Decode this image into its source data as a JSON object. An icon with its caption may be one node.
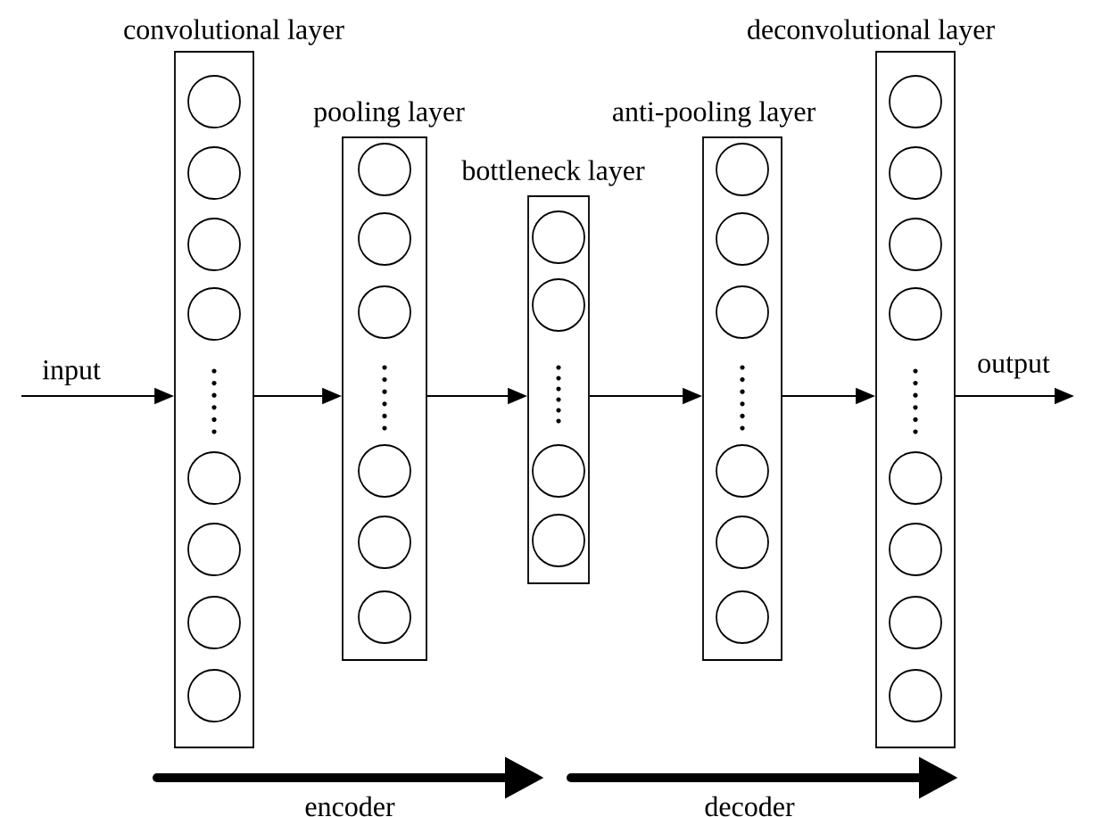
{
  "diagram": {
    "nodes": [
      {
        "text": [
          "convolutional layer"
        ]
      },
      {
        "text": [
          "pooling layer"
        ]
      },
      {
        "text": [
          "bottleneck layer"
        ]
      },
      {
        "text": [
          "anti-pooling layer"
        ]
      },
      {
        "text": [
          "deconvolutional layer"
        ]
      }
    ],
    "edges": [
      {
        "from": null,
        "to": 0,
        "arrow": "to",
        "label": "input"
      },
      {
        "from": 0,
        "to": 1,
        "arrow": "to"
      },
      {
        "from": 1,
        "to": 2,
        "arrow": "to"
      },
      {
        "from": 2,
        "to": 3,
        "arrow": "to"
      },
      {
        "from": 3,
        "to": 4,
        "arrow": "to"
      },
      {
        "from": 4,
        "to": null,
        "arrow": "to",
        "label": "output"
      }
    ],
    "labels": [
      "encoder",
      "decoder"
    ]
  }
}
